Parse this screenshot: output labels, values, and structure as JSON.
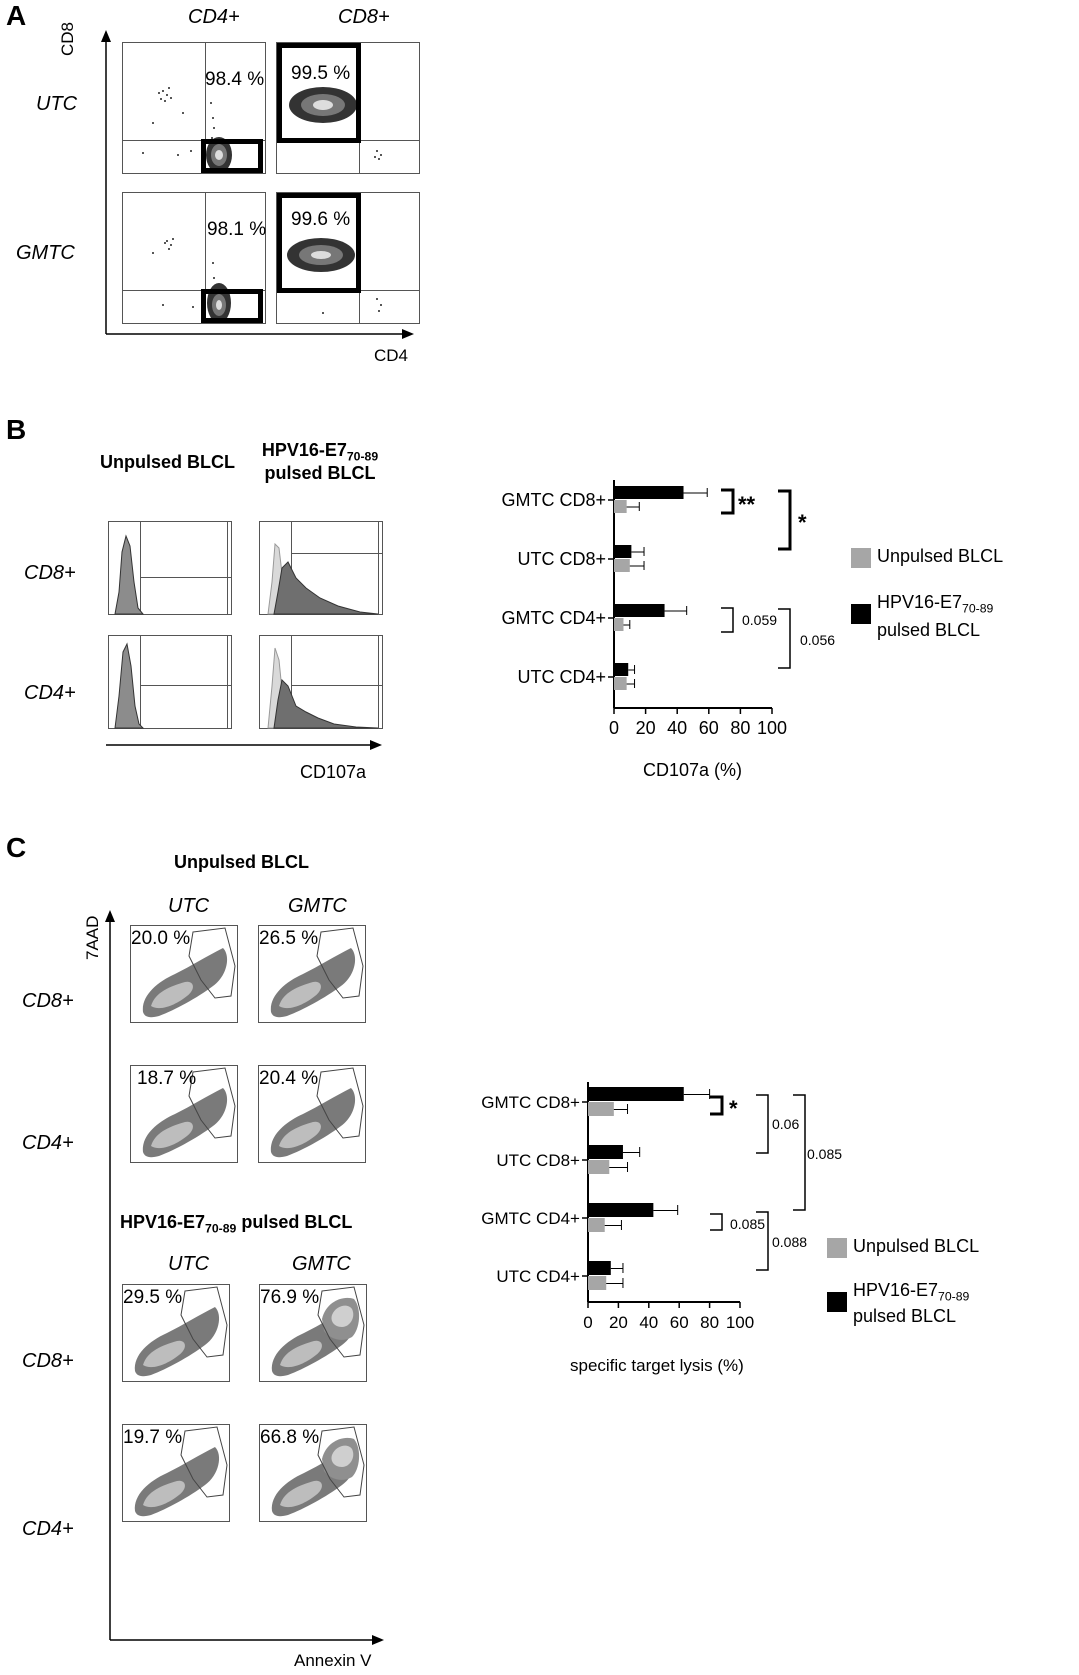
{
  "panels": {
    "a": {
      "letter": "A",
      "col_labels": [
        "CD4+",
        "CD8+"
      ],
      "row_labels": [
        "UTC",
        "GMTC"
      ],
      "y_axis": "CD8",
      "x_axis": "CD4",
      "percentages": [
        "98.4 %",
        "99.5 %",
        "98.1 %",
        "99.6 %"
      ]
    },
    "b": {
      "letter": "B",
      "col_label_1": "Unpulsed BLCL",
      "col_label_2_main": "HPV16-E7",
      "col_label_2_sub": "70-89",
      "col_label_2_line2": "pulsed BLCL",
      "row_labels": [
        "CD8+",
        "CD4+"
      ],
      "x_axis": "CD107a"
    },
    "c": {
      "letter": "C",
      "group1_title": "Unpulsed BLCL",
      "group2_title_main": "HPV16-E7",
      "group2_title_sub": "70-89",
      "group2_title_rest": " pulsed BLCL",
      "col_labels": [
        "UTC",
        "GMTC"
      ],
      "row_labels": [
        "CD8+",
        "CD4+",
        "CD8+",
        "CD4+"
      ],
      "y_axis": "7AAD",
      "x_axis": "Annexin V",
      "percentages": [
        "20.0 %",
        "26.5 %",
        "18.7 %",
        "20.4 %",
        "29.5 %",
        "76.9 %",
        "19.7 %",
        "66.8 %"
      ]
    }
  },
  "colors": {
    "unpulsed": "#a6a6a6",
    "pulsed": "#000000"
  },
  "chart_data": [
    {
      "type": "bar",
      "orientation": "horizontal",
      "categories": [
        "GMTC CD8+",
        "UTC CD8+",
        "GMTC CD4+",
        "UTC CD4+"
      ],
      "series": [
        {
          "name": "HPV16-E770-89 pulsed BLCL",
          "values": [
            44,
            11,
            32,
            9
          ],
          "errors": [
            15,
            8,
            14,
            4
          ]
        },
        {
          "name": "Unpulsed BLCL",
          "values": [
            8,
            10,
            6,
            8
          ],
          "errors": [
            8,
            9,
            4,
            5
          ]
        }
      ],
      "xlabel": "CD107a (%)",
      "xlim": [
        0,
        100
      ],
      "xticks": [
        "0",
        "20",
        "40",
        "60",
        "80",
        "100"
      ],
      "legend": [
        "Unpulsed BLCL",
        "HPV16-E770-89",
        "pulsed BLCL"
      ],
      "legend_position": "right",
      "annotations": [
        "**",
        "*",
        "0.059",
        "0.056"
      ]
    },
    {
      "type": "bar",
      "orientation": "horizontal",
      "categories": [
        "GMTC CD8+",
        "UTC CD8+",
        "GMTC CD4+",
        "UTC CD4+"
      ],
      "series": [
        {
          "name": "HPV16-E770-89 pulsed BLCL",
          "values": [
            63,
            23,
            43,
            15
          ],
          "errors": [
            17,
            11,
            16,
            8
          ]
        },
        {
          "name": "Unpulsed BLCL",
          "values": [
            17,
            14,
            11,
            12
          ],
          "errors": [
            9,
            12,
            11,
            11
          ]
        }
      ],
      "xlabel": "specific target lysis (%)",
      "xlim": [
        0,
        100
      ],
      "xticks": [
        "0",
        "20",
        "40",
        "60",
        "80",
        "100"
      ],
      "legend": [
        "Unpulsed BLCL",
        "HPV16-E770-89",
        "pulsed BLCL"
      ],
      "legend_position": "right",
      "annotations": [
        "*",
        "0.06",
        "0.085",
        "0.085",
        "0.088"
      ]
    }
  ]
}
